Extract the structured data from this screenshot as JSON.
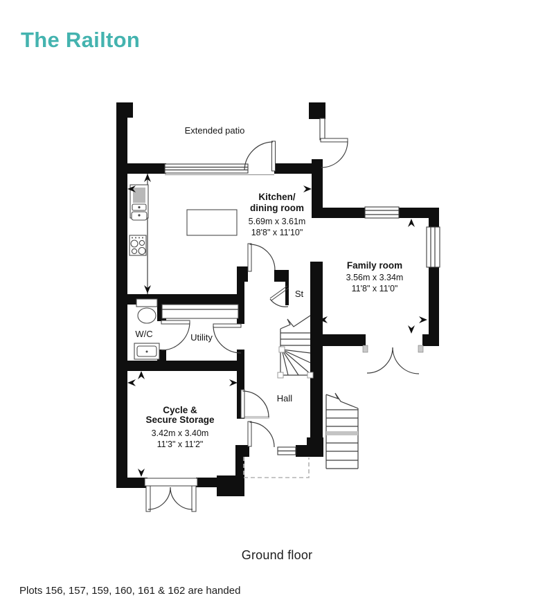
{
  "header": {
    "title": "The Railton"
  },
  "plan": {
    "colors": {
      "accent": "#44B3AF",
      "wall": "#0F0F0F"
    },
    "labels": {
      "patio": "Extended patio",
      "kitchen_line1": "Kitchen/",
      "kitchen_line2": "dining room",
      "kitchen_metric": "5.69m x 3.61m",
      "kitchen_imperial": "18'8\" x 11'10\"",
      "family_name": "Family room",
      "family_metric": "3.56m x 3.34m",
      "family_imperial": "11'8\" x 11'0\"",
      "store": "St",
      "wc": "W/C",
      "utility": "Utility",
      "hall": "Hall",
      "cycle_line1": "Cycle &",
      "cycle_line2": "Secure Storage",
      "cycle_metric": "3.42m x 3.40m",
      "cycle_imperial": "11'3\" x 11'2\"",
      "floor": "Ground floor"
    }
  },
  "footer": {
    "note": "Plots 156, 157, 159, 160, 161 & 162 are handed"
  }
}
